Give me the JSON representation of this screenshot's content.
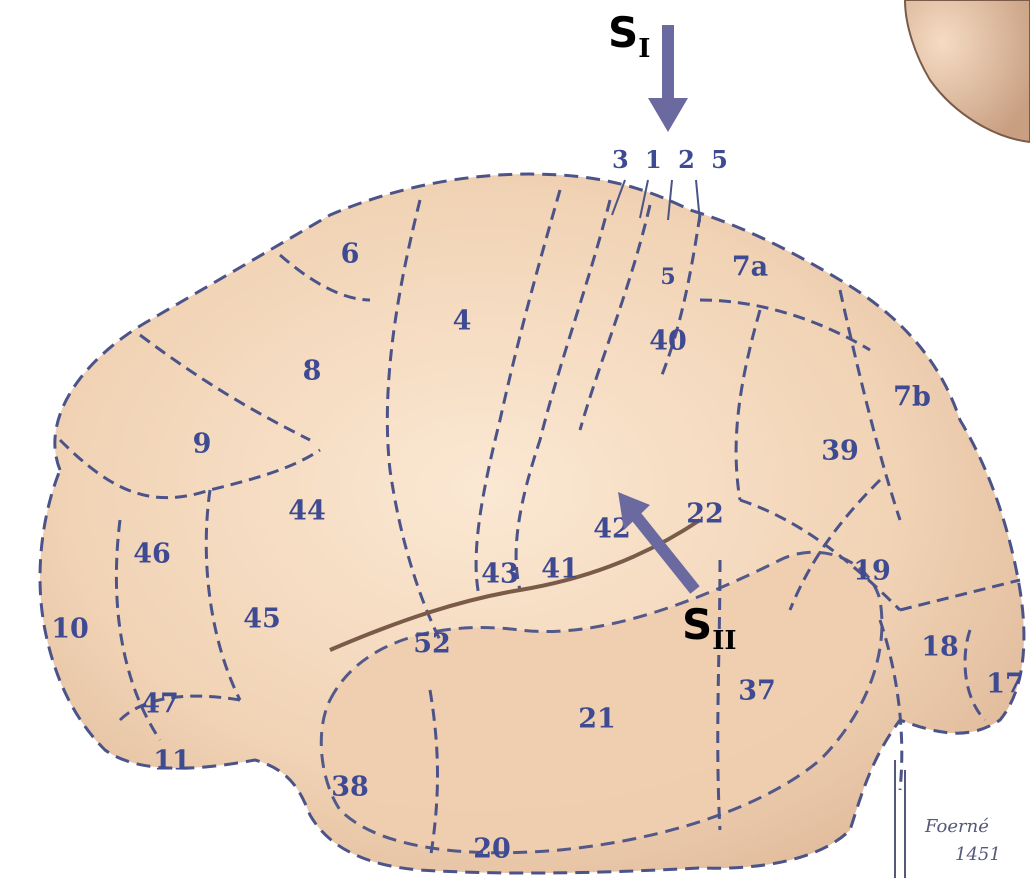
{
  "callouts": {
    "s1": {
      "main": "S",
      "sub": "I"
    },
    "s2": {
      "main": "S",
      "sub": "II"
    }
  },
  "top_numbers": "3 1 2 5",
  "areas": [
    {
      "id": "6",
      "label": "6"
    },
    {
      "id": "4",
      "label": "4"
    },
    {
      "id": "8",
      "label": "8"
    },
    {
      "id": "9",
      "label": "9"
    },
    {
      "id": "46",
      "label": "46"
    },
    {
      "id": "44",
      "label": "44"
    },
    {
      "id": "45",
      "label": "45"
    },
    {
      "id": "10",
      "label": "10"
    },
    {
      "id": "47",
      "label": "47"
    },
    {
      "id": "11",
      "label": "11"
    },
    {
      "id": "38",
      "label": "38"
    },
    {
      "id": "20",
      "label": "20"
    },
    {
      "id": "21",
      "label": "21"
    },
    {
      "id": "52",
      "label": "52"
    },
    {
      "id": "43",
      "label": "43"
    },
    {
      "id": "41",
      "label": "41"
    },
    {
      "id": "42",
      "label": "42"
    },
    {
      "id": "40",
      "label": "40"
    },
    {
      "id": "7a",
      "label": "7a"
    },
    {
      "id": "7b",
      "label": "7b"
    },
    {
      "id": "39",
      "label": "39"
    },
    {
      "id": "22",
      "label": "22"
    },
    {
      "id": "19",
      "label": "19"
    },
    {
      "id": "18",
      "label": "18"
    },
    {
      "id": "17",
      "label": "17"
    },
    {
      "id": "37",
      "label": "37"
    },
    {
      "id": "5",
      "label": "5"
    }
  ],
  "signature": {
    "name": "Foerné",
    "year": "1451"
  },
  "colors": {
    "brain_fill": "#f3d9bf",
    "brain_shadow": "#d9b89a",
    "boundary": "#4b5388",
    "label": "#3e4a92",
    "arrow": "#6b6aa0"
  }
}
